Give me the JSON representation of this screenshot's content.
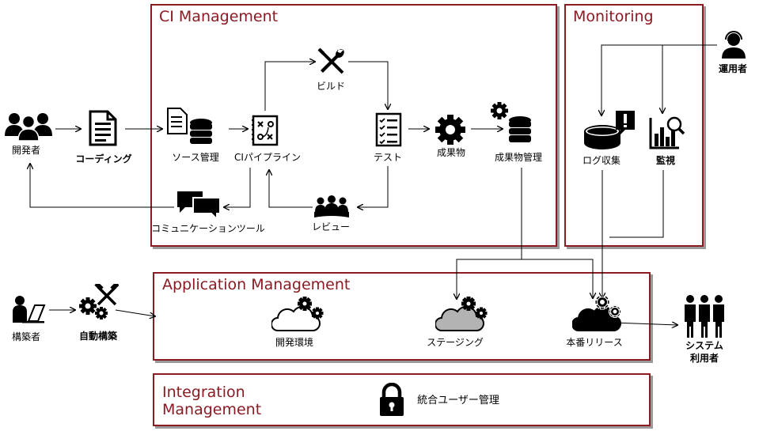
{
  "panels": {
    "ci": {
      "title": "CI Management"
    },
    "monitoring": {
      "title": "Monitoring"
    },
    "app": {
      "title": "Application Management"
    },
    "integration": {
      "title_line1": "Integration",
      "title_line2": "Management"
    }
  },
  "nodes": {
    "developer": "開発者",
    "coding": "コーディング",
    "source": "ソース管理",
    "ci_pipeline": "CIパイプライン",
    "build": "ビルド",
    "test": "テスト",
    "artifact": "成果物",
    "artifact_mgmt": "成果物管理",
    "review": "レビュー",
    "communication": "コミュニケーションツール",
    "operator": "運用者",
    "log": "ログ収集",
    "monitor": "監視",
    "builder": "構築者",
    "auto_build": "自動構築",
    "dev_env": "開発環境",
    "staging": "ステージング",
    "production": "本番リリース",
    "system_users_1": "システム",
    "system_users_2": "利用者",
    "integration_item": "統合ユーザー管理"
  },
  "colors": {
    "panel_border": "#8b1a22",
    "shadow": "#9a9a9a",
    "staging_cloud": "#b3b3b3"
  }
}
